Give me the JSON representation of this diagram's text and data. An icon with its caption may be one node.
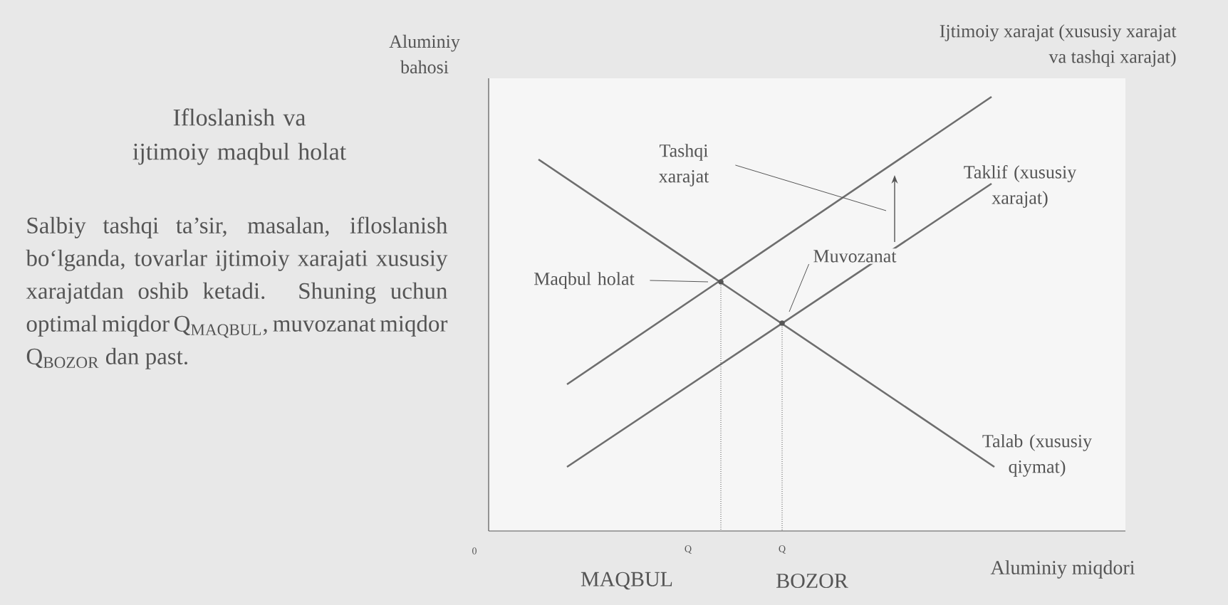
{
  "diagram": {
    "nodes": [
      {
        "text": [
          "Tashqi xarajat"
        ]
      },
      {
        "text": [
          "Maqbul holat"
        ]
      },
      {
        "text": [
          "Muvozanat"
        ]
      }
    ],
    "edges": [
      {
        "from": 0,
        "to": null,
        "arrow": "none"
      },
      {
        "from": 1,
        "to": null,
        "arrow": "none"
      },
      {
        "from": 2,
        "to": null,
        "arrow": "none"
      }
    ],
    "labels": [
      "Aluminiy bahosi",
      "Ifloslanish va ijtimoiy maqbul holat",
      "Salbiy tashqi ta’sir, masalan, ifloslanish bo‘lganda, tovarlar ijtimoiy xarajati xususiy xarajatdan oshib ketadi. Shuning uchun optimal miqdor Q$_{MAQBUL}$, muvozanat miqdor Q$_{BOZOR}$ dan past.",
      "Ijtimoiy xarajat (xususiy xarajat va tashqi xarajat)",
      "Taklif (xususiy xarajat)",
      "Talab (xususiy qiymat)",
      "0",
      "Q",
      "Q",
      "MAQBUL",
      "BOZOR",
      "Aluminiy miqdori"
    ]
  }
}
